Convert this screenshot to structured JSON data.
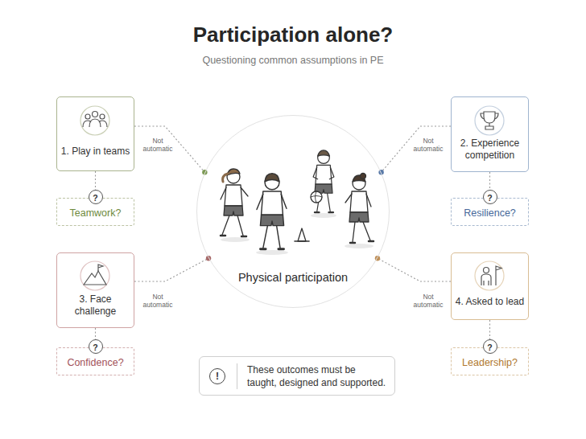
{
  "diagram": {
    "title": "Participation alone?",
    "nodes": [
      {
        "text": [
          "1. Play in teams"
        ]
      },
      {
        "text": [
          "2. Experience competition"
        ]
      },
      {
        "text": [
          "?",
          "Teamwork?"
        ]
      },
      {
        "text": [
          "?",
          "Resilience?"
        ]
      },
      {
        "text": [
          "Physical participation"
        ]
      },
      {
        "text": [
          "3. Face challenge"
        ]
      },
      {
        "text": [
          "4. Asked to lead"
        ]
      },
      {
        "text": [
          "?",
          "Confidence?"
        ]
      },
      {
        "text": [
          "?",
          "Leadership?"
        ]
      },
      {
        "text": [
          "!",
          "These outcomes must be taught, designed and supported."
        ]
      }
    ],
    "edges": [
      {
        "from": 0,
        "to": 4,
        "label": "Not automatic",
        "arrow": "none"
      },
      {
        "from": 1,
        "to": 4,
        "label": "Not automatic",
        "arrow": "none"
      },
      {
        "from": 5,
        "to": 4,
        "label": "Not automatic",
        "arrow": "none"
      },
      {
        "from": 6,
        "to": 4,
        "label": "Not automatic",
        "arrow": "none"
      },
      {
        "from": 0,
        "to": 2,
        "arrow": "none"
      },
      {
        "from": 1,
        "to": 3,
        "arrow": "none"
      },
      {
        "from": 5,
        "to": 7,
        "arrow": "none"
      },
      {
        "from": 6,
        "to": 8,
        "arrow": "none"
      }
    ],
    "labels": [
      "Questioning common assumptions in PE"
    ]
  }
}
